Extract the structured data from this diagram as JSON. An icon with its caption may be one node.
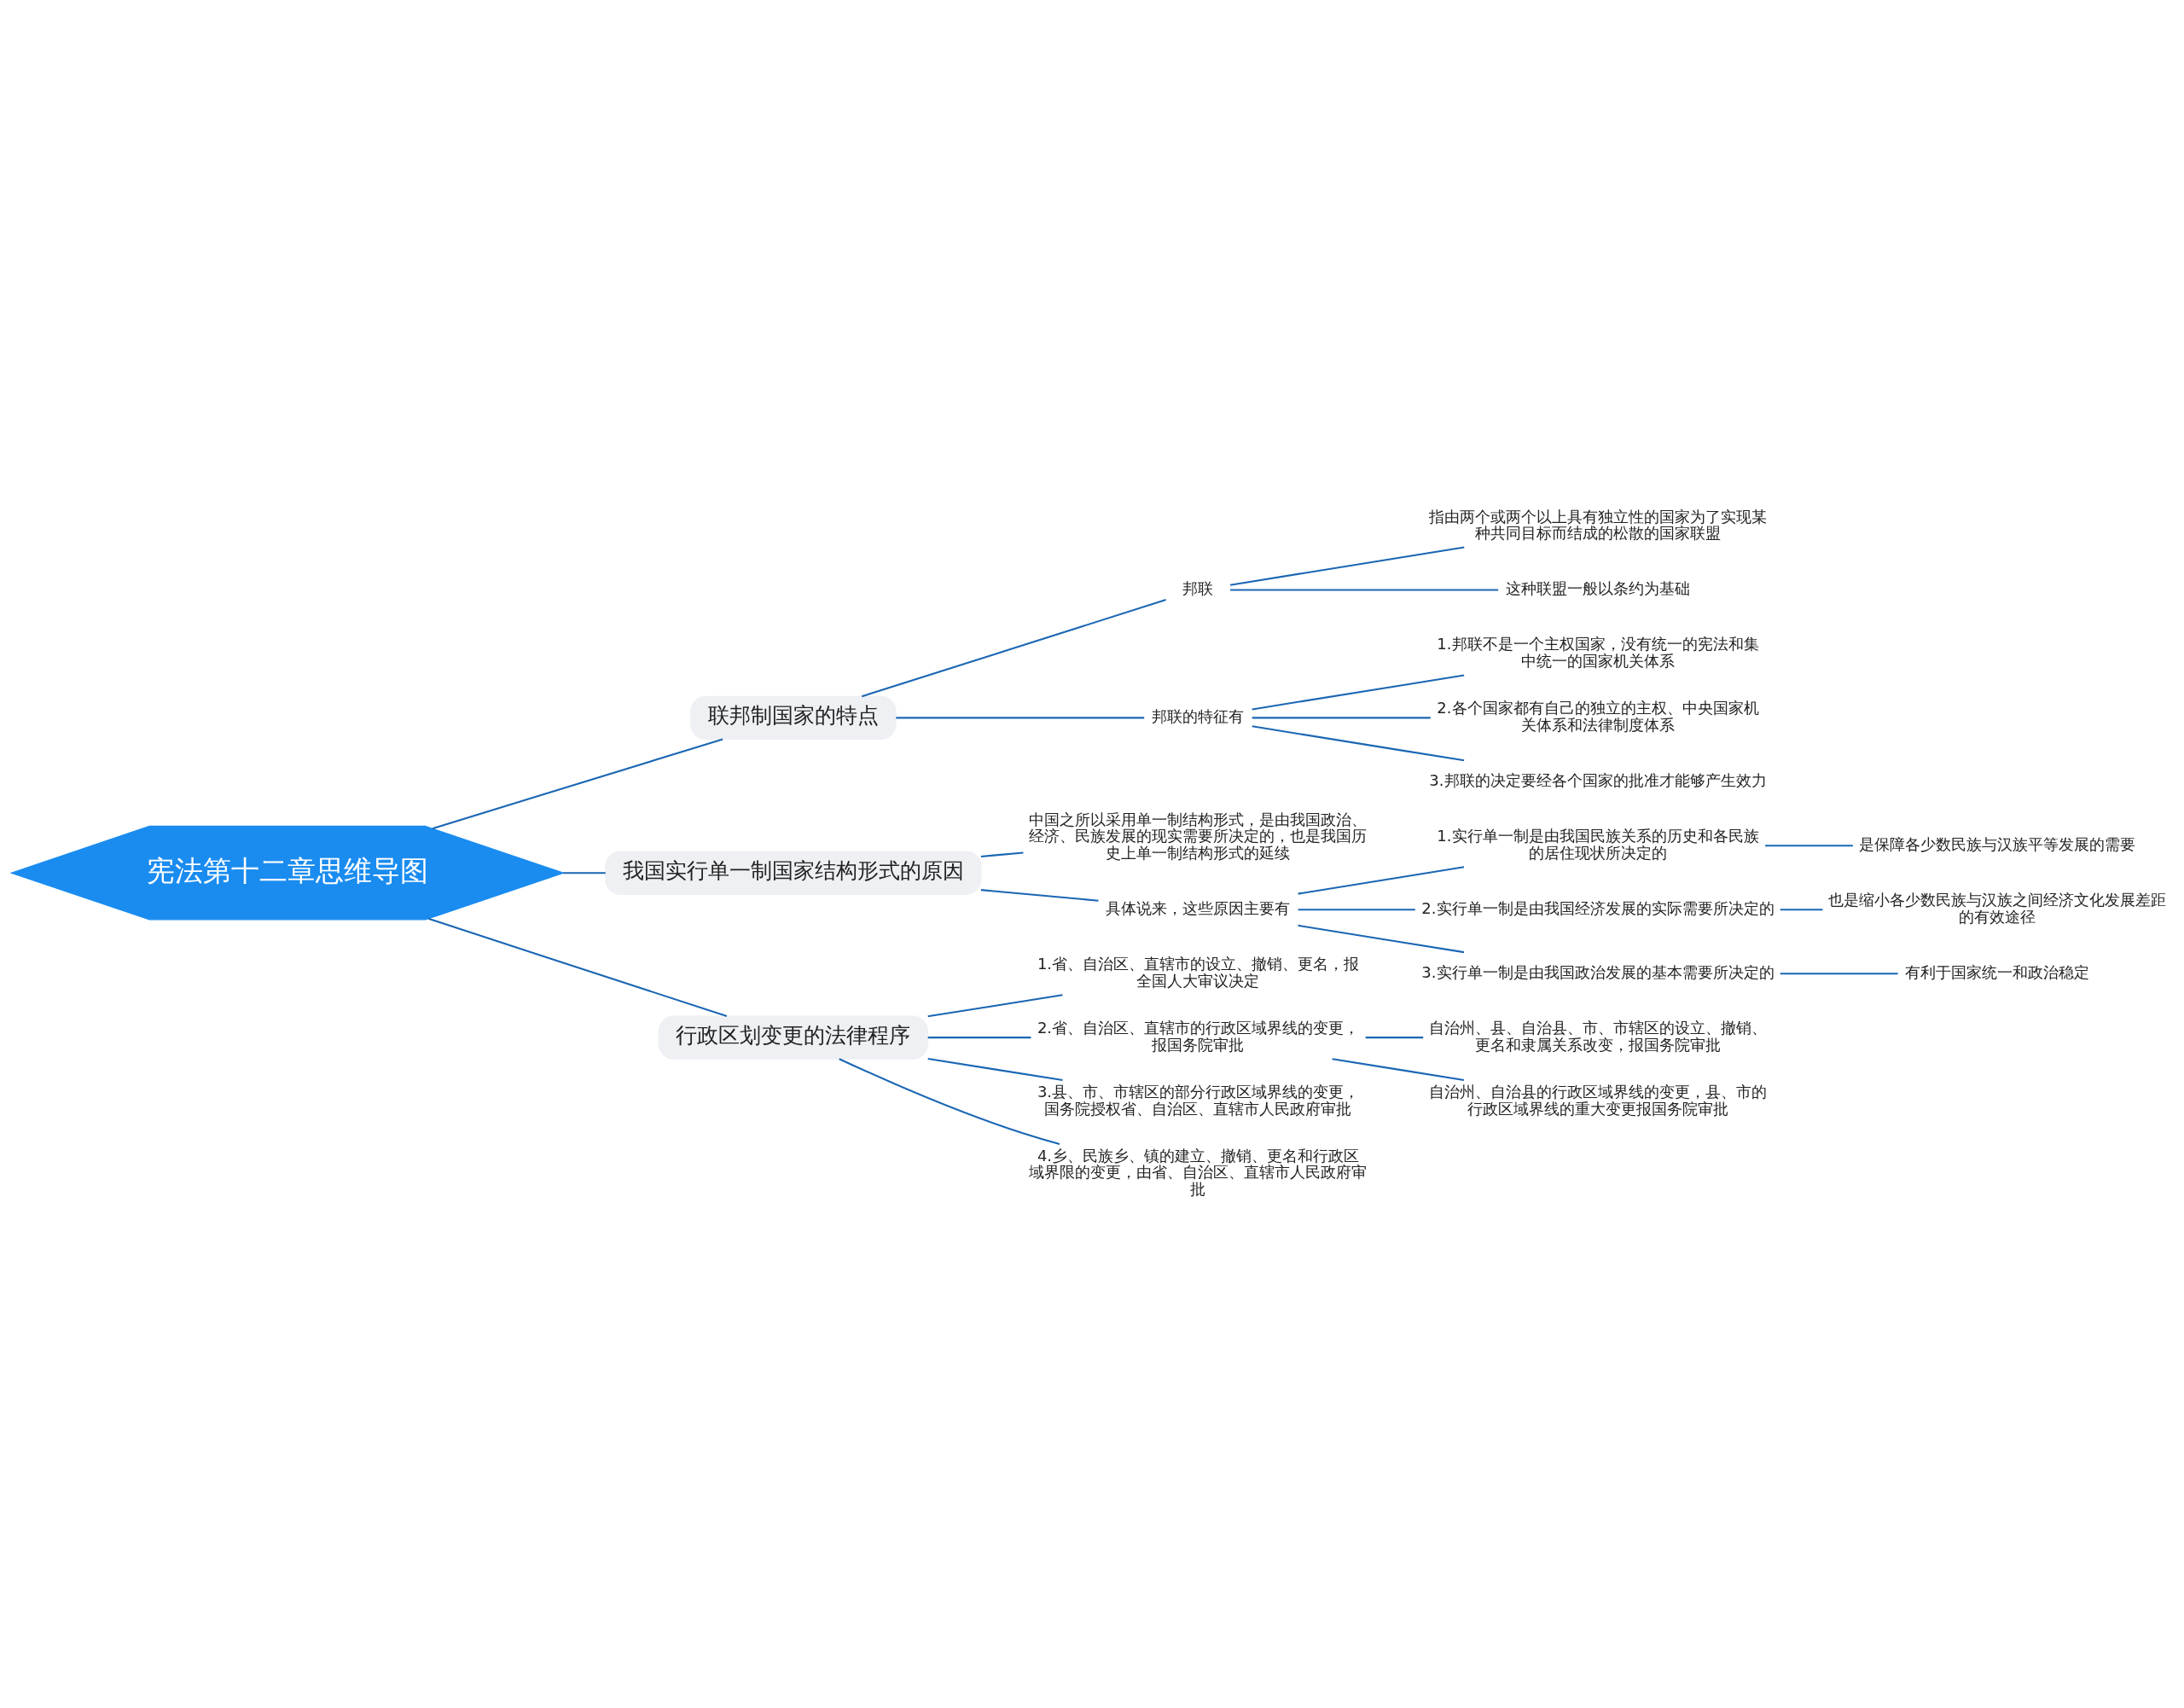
{
  "diagram": {
    "nodes": [
      {
        "text": [
          "宪法第十二章思维导图"
        ]
      },
      {
        "text": [
          "联邦制国家的特点"
        ]
      },
      {
        "text": [
          "邦联"
        ]
      },
      {
        "text": [
          "指由两个或两个以上具有独立性的国家为了实现某种共同目标而结成的松散的国家联盟"
        ]
      },
      {
        "text": [
          "这种联盟一般以条约为基础"
        ]
      },
      {
        "text": [
          "邦联的特征有"
        ]
      },
      {
        "text": [
          "1.邦联不是一个主权国家，没有统一的宪法和集中统一的国家机关体系"
        ]
      },
      {
        "text": [
          "2.各个国家都有自己的独立的主权、中央国家机关体系和法律制度体系"
        ]
      },
      {
        "text": [
          "3.邦联的决定要经各个国家的批准才能够产生效力"
        ]
      },
      {
        "text": [
          "我国实行单一制国家结构形式的原因"
        ]
      },
      {
        "text": [
          "中国之所以采用单一制结构形式，是由我国政治、经济、民族发展的现实需要所决定的，也是我国历史上单一制结构形式的延续"
        ]
      },
      {
        "text": [
          "具体说来，这些原因主要有"
        ]
      },
      {
        "text": [
          "1.实行单一制是由我国民族关系的历史和各民族的居住现状所决定的"
        ]
      },
      {
        "text": [
          "是保障各少数民族与汉族平等发展的需要"
        ]
      },
      {
        "text": [
          "2.实行单一制是由我国经济发展的实际需要所决定的"
        ]
      },
      {
        "text": [
          "也是缩小各少数民族与汉族之间经济文化发展差距的有效途径"
        ]
      },
      {
        "text": [
          "3.实行单一制是由我国政治发展的基本需要所决定的"
        ]
      },
      {
        "text": [
          "有利于国家统一和政治稳定"
        ]
      },
      {
        "text": [
          "行政区划变更的法律程序"
        ]
      },
      {
        "text": [
          "1.省、自治区、直辖市的设立、撤销、更名，报全国人大审议决定"
        ]
      },
      {
        "text": [
          "2.省、自治区、直辖市的行政区域界线的变更，报国务院审批"
        ]
      },
      {
        "text": [
          "自治州、县、自治县、市、市辖区的设立、撤销、更名和隶属关系改变，报国务院审批"
        ]
      },
      {
        "text": [
          "自治州、自治县的行政区域界线的变更，县、市的行政区域界线的重大变更报国务院审批"
        ]
      },
      {
        "text": [
          "3.县、市、市辖区的部分行政区域界线的变更，国务院授权省、自治区、直辖市人民政府审批"
        ]
      },
      {
        "text": [
          "4.乡、民族乡、镇的建立、撤销、更名和行政区域界限的变更，由省、自治区、直辖市人民政府审批"
        ]
      }
    ],
    "edges": [
      {
        "from": 0,
        "to": 1,
        "arrow": "none"
      },
      {
        "from": 1,
        "to": 2,
        "arrow": "none"
      },
      {
        "from": 2,
        "to": 3,
        "arrow": "none"
      },
      {
        "from": 2,
        "to": 4,
        "arrow": "none"
      },
      {
        "from": 1,
        "to": 5,
        "arrow": "none"
      },
      {
        "from": 5,
        "to": 6,
        "arrow": "none"
      },
      {
        "from": 5,
        "to": 7,
        "arrow": "none"
      },
      {
        "from": 5,
        "to": 8,
        "arrow": "none"
      },
      {
        "from": 0,
        "to": 9,
        "arrow": "none"
      },
      {
        "from": 9,
        "to": 10,
        "arrow": "none"
      },
      {
        "from": 9,
        "to": 11,
        "arrow": "none"
      },
      {
        "from": 11,
        "to": 12,
        "arrow": "none"
      },
      {
        "from": 12,
        "to": 13,
        "arrow": "none"
      },
      {
        "from": 11,
        "to": 14,
        "arrow": "none"
      },
      {
        "from": 14,
        "to": 15,
        "arrow": "none"
      },
      {
        "from": 11,
        "to": 16,
        "arrow": "none"
      },
      {
        "from": 16,
        "to": 17,
        "arrow": "none"
      },
      {
        "from": 0,
        "to": 18,
        "arrow": "none"
      },
      {
        "from": 18,
        "to": 19,
        "arrow": "none"
      },
      {
        "from": 18,
        "to": 20,
        "arrow": "none"
      },
      {
        "from": 20,
        "to": 21,
        "arrow": "none"
      },
      {
        "from": 20,
        "to": 22,
        "arrow": "none"
      },
      {
        "from": 18,
        "to": 23,
        "arrow": "none"
      },
      {
        "from": 18,
        "to": 24,
        "arrow": "none"
      }
    ]
  }
}
